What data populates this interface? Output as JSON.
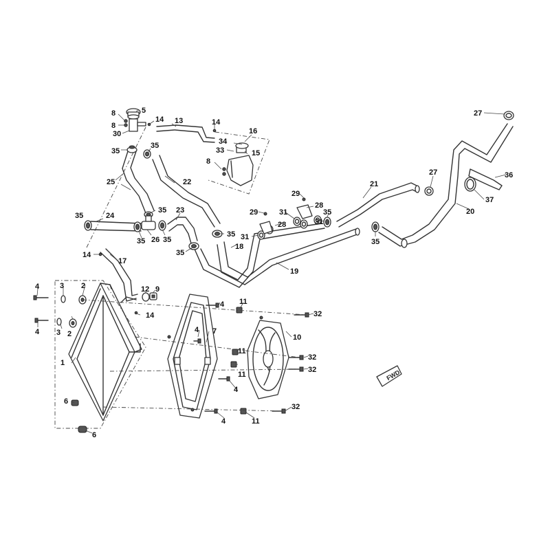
{
  "callouts": [
    "1",
    "2",
    "3",
    "4",
    "5",
    "6",
    "7",
    "8",
    "9",
    "10",
    "11",
    "12",
    "13",
    "14",
    "15",
    "16",
    "17",
    "18",
    "19",
    "20",
    "21",
    "22",
    "23",
    "24",
    "25",
    "26",
    "27",
    "28",
    "29",
    "30",
    "31",
    "32",
    "33",
    "34",
    "35",
    "36",
    "37"
  ],
  "direction_marker": "FWD"
}
